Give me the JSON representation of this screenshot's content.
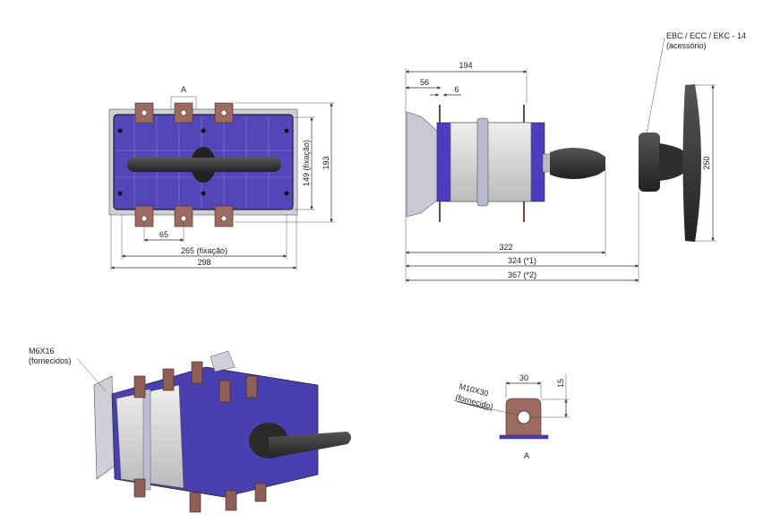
{
  "front_view": {
    "label_detail": "A",
    "dim_pitch": "65",
    "dim_fixing_width": "265 (fixação)",
    "dim_total_width": "298",
    "dim_fixing_height": "149 (fixação)",
    "dim_total_height": "193"
  },
  "side_view": {
    "dim_194": "194",
    "dim_56": "56",
    "dim_6": "6",
    "dim_322": "322",
    "dim_324": "324 (*1)",
    "dim_367": "367 (*2)",
    "dim_250": "250",
    "handle_label": "EBC / ECC / EKC - 14",
    "handle_note": "(acessório)"
  },
  "iso_view": {
    "screw_label": "M6X16",
    "screw_note": "(fornecidos)"
  },
  "detail_a": {
    "dim_30": "30",
    "dim_15": "15",
    "bolt_label": "M10X30",
    "bolt_note": "(fornecido)",
    "title": "A"
  },
  "colors": {
    "body_blue": "#4a3fb0",
    "terminal_copper": "#9c6a60",
    "handle_black": "#3a3a3a",
    "body_gray": "#d8d8d8"
  }
}
